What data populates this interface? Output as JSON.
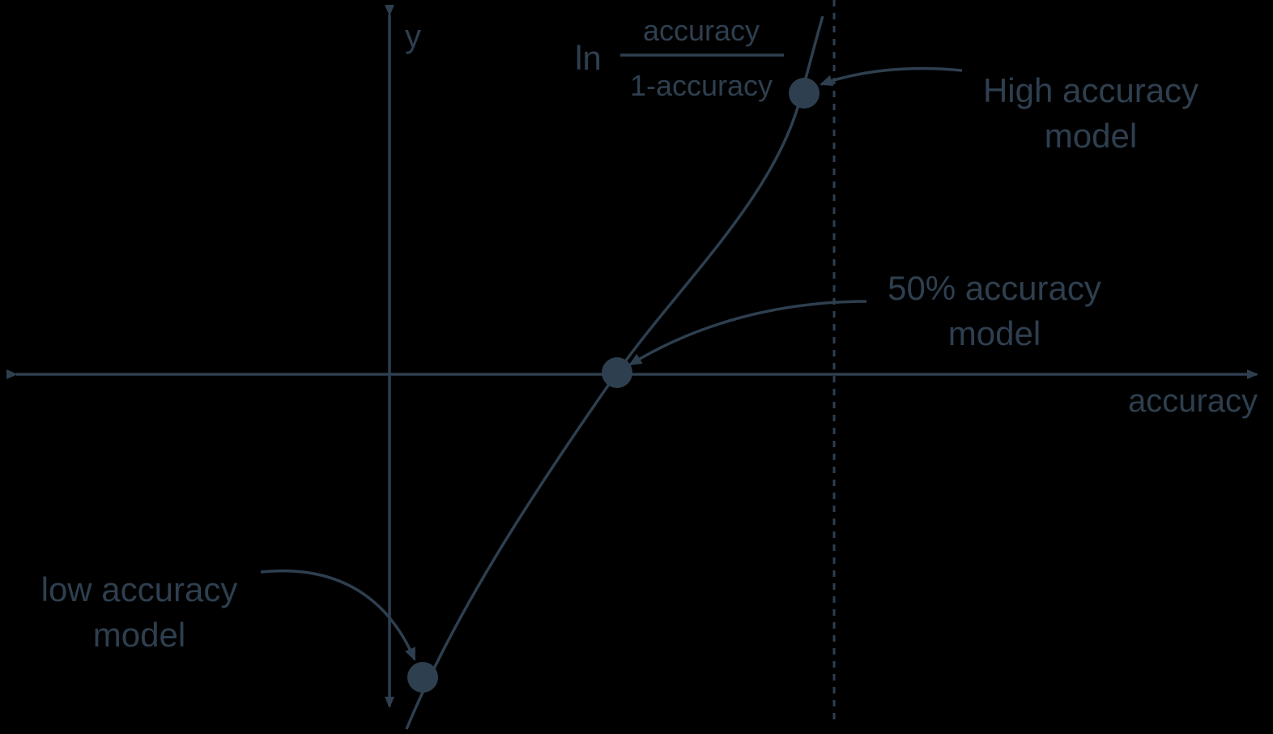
{
  "colors": {
    "background": "#000000",
    "ink": "#2e3f4f"
  },
  "axes": {
    "y_label": "y",
    "x_label": "accuracy"
  },
  "formula": {
    "prefix": "ln",
    "numerator": "accuracy",
    "denominator": "1-accuracy"
  },
  "annotations": {
    "high": [
      "High accuracy",
      "model"
    ],
    "mid": [
      "50% accuracy",
      "model"
    ],
    "low": [
      "low accuracy",
      "model"
    ]
  }
}
